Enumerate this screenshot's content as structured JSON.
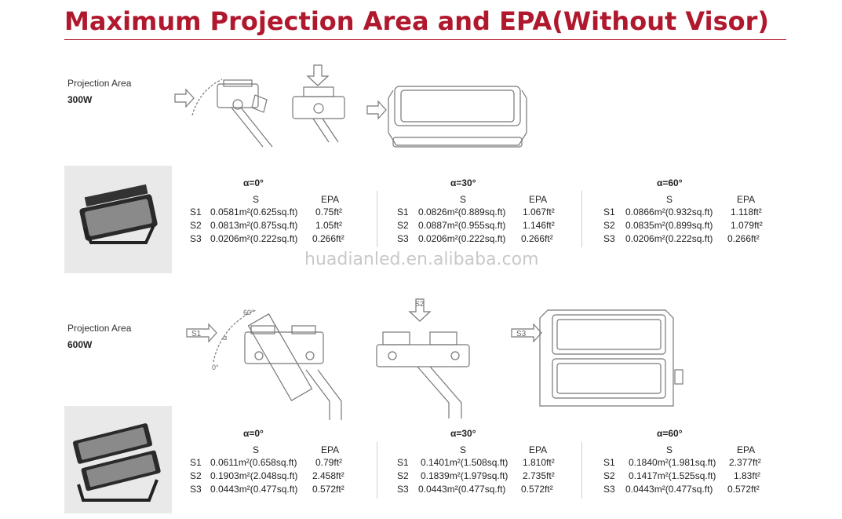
{
  "title": "Maximum Projection Area and EPA(Without Visor)",
  "watermark": "huadianled.en.alibaba.com",
  "sections": [
    {
      "label": "Projection Area",
      "watt": "300W",
      "col_s": "S",
      "col_epa": "EPA",
      "groups": [
        {
          "alpha": "α=0°",
          "rows": [
            {
              "r": "S1",
              "s": "0.0581m²(0.625sq.ft)",
              "epa": "0.75ft²"
            },
            {
              "r": "S2",
              "s": "0.0813m²(0.875sq.ft)",
              "epa": "1.05ft²"
            },
            {
              "r": "S3",
              "s": "0.0206m²(0.222sq.ft)",
              "epa": "0.266ft²"
            }
          ]
        },
        {
          "alpha": "α=30°",
          "rows": [
            {
              "r": "S1",
              "s": "0.0826m²(0.889sq.ft)",
              "epa": "1.067ft²"
            },
            {
              "r": "S2",
              "s": "0.0887m²(0.955sq.ft)",
              "epa": "1.146ft²"
            },
            {
              "r": "S3",
              "s": "0.0206m²(0.222sq.ft)",
              "epa": "0.266ft²"
            }
          ]
        },
        {
          "alpha": "α=60°",
          "rows": [
            {
              "r": "S1",
              "s": "0.0866m²(0.932sq.ft)",
              "epa": "1.118ft²"
            },
            {
              "r": "S2",
              "s": "0.0835m²(0.899sq.ft)",
              "epa": "1.079ft²"
            },
            {
              "r": "S3",
              "s": "0.0206m²(0.222sq.ft)",
              "epa": "0.266ft²"
            }
          ]
        }
      ]
    },
    {
      "label": "Projection Area",
      "watt": "600W",
      "col_s": "S",
      "col_epa": "EPA",
      "groups": [
        {
          "alpha": "α=0°",
          "rows": [
            {
              "r": "S1",
              "s": "0.0611m²(0.658sq.ft)",
              "epa": "0.79ft²"
            },
            {
              "r": "S2",
              "s": "0.1903m²(2.048sq.ft)",
              "epa": "2.458ft²"
            },
            {
              "r": "S3",
              "s": "0.0443m²(0.477sq.ft)",
              "epa": "0.572ft²"
            }
          ]
        },
        {
          "alpha": "α=30°",
          "rows": [
            {
              "r": "S1",
              "s": "0.1401m²(1.508sq.ft)",
              "epa": "1.810ft²"
            },
            {
              "r": "S2",
              "s": "0.1839m²(1.979sq.ft)",
              "epa": "2.735ft²"
            },
            {
              "r": "S3",
              "s": "0.0443m²(0.477sq.ft)",
              "epa": "0.572ft²"
            }
          ]
        },
        {
          "alpha": "α=60°",
          "rows": [
            {
              "r": "S1",
              "s": "0.1840m²(1.981sq.ft)",
              "epa": "2.377ft²"
            },
            {
              "r": "S2",
              "s": "0.1417m²(1.525sq.ft)",
              "epa": "1.83ft²"
            },
            {
              "r": "S3",
              "s": "0.0443m²(0.477sq.ft)",
              "epa": "0.572ft²"
            }
          ]
        }
      ]
    }
  ],
  "diagram_labels": {
    "s1": "S1",
    "s2": "S2",
    "s3": "S3",
    "angle60": "60°",
    "angle0": "0°",
    "alpha": "α"
  }
}
